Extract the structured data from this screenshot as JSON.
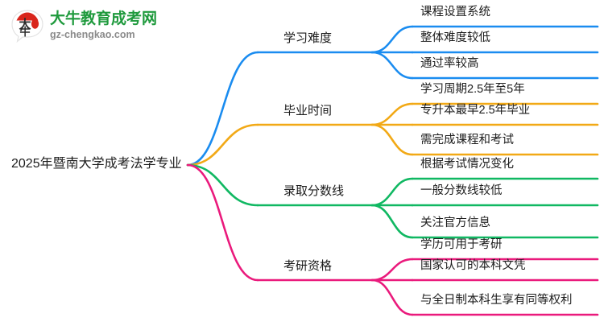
{
  "logo": {
    "mark_text": "大牛",
    "mark_icon": "speech-bubble-logo-icon",
    "title": "大牛教育成考网",
    "url": "gz-chengkao.com",
    "title_color": "#1f9a3d",
    "url_color": "#8a8a8a",
    "mark_accent_color": "#d9261c"
  },
  "mindmap": {
    "root": {
      "label": "2025年暨南大学成考法学专业"
    },
    "branches": [
      {
        "label": "学习难度",
        "color": "#1a8cf0",
        "children": [
          {
            "label": "课程设置系统"
          },
          {
            "label": "整体难度较低"
          },
          {
            "label": "通过率较高"
          }
        ]
      },
      {
        "label": "毕业时间",
        "color": "#f2a916",
        "children": [
          {
            "label": "学习周期2.5年至5年"
          },
          {
            "label": "专升本最早2.5年毕业"
          },
          {
            "label": "需完成课程和考试"
          }
        ]
      },
      {
        "label": "录取分数线",
        "color": "#10b862",
        "children": [
          {
            "label": "根据考试情况变化"
          },
          {
            "label": "一般分数线较低"
          },
          {
            "label": "关注官方信息"
          }
        ]
      },
      {
        "label": "考研资格",
        "color": "#ea1a7c",
        "children": [
          {
            "label": "学历可用于考研"
          },
          {
            "label": "国家认可的本科文凭"
          },
          {
            "label": "与全日制本科生享有同等权利"
          }
        ]
      }
    ]
  }
}
